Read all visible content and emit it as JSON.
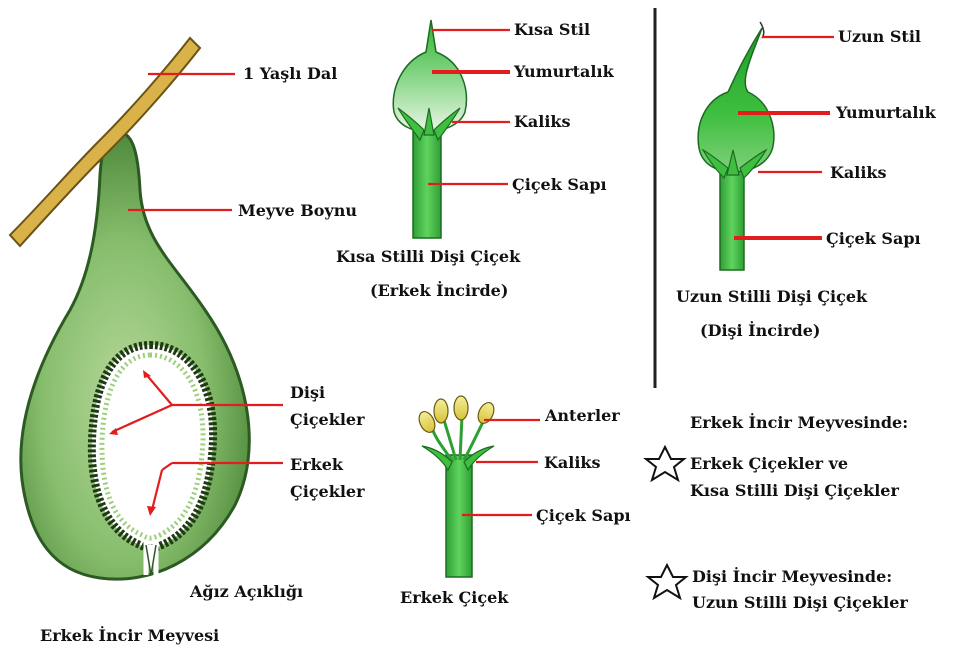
{
  "fig": {
    "fruit": {
      "labels": {
        "branch": "1 Yaşlı Dal",
        "neck": "Meyve Boynu",
        "female_flowers_l1": "Dişi",
        "female_flowers_l2": "Çiçekler",
        "male_flowers_l1": "Erkek",
        "male_flowers_l2": "Çiçekler",
        "mouth": "Ağız Açıklığı"
      },
      "caption": "Erkek İncir Meyvesi"
    },
    "short_style": {
      "labels": {
        "style": "Kısa Stil",
        "ovary": "Yumurtalık",
        "calyx": "Kaliks",
        "stalk": "Çiçek Sapı"
      },
      "caption_l1": "Kısa Stilli Dişi Çiçek",
      "caption_l2": "(Erkek İncirde)"
    },
    "long_style": {
      "labels": {
        "style": "Uzun Stil",
        "ovary": "Yumurtalık",
        "calyx": "Kaliks",
        "stalk": "Çiçek Sapı"
      },
      "caption_l1": "Uzun Stilli Dişi Çiçek",
      "caption_l2": "(Dişi İncirde)"
    },
    "male_flower": {
      "labels": {
        "anthers": "Anterler",
        "calyx": "Kaliks",
        "stalk": "Çiçek Sapı"
      },
      "caption": "Erkek Çiçek"
    },
    "notes": {
      "heading": "Erkek İncir Meyvesinde:",
      "item1_l1": "Erkek Çiçekler ve",
      "item1_l2": "Kısa Stilli Dişi Çiçekler",
      "item2_l1": "Dişi İncir Meyvesinde:",
      "item2_l2": "Uzun Stilli Dişi Çiçekler"
    }
  },
  "colors": {
    "leader": "#e11d1d",
    "branch": "#d9b24a",
    "fruit_green": "#6fae5a",
    "flower_green": "#3fbf3f"
  }
}
